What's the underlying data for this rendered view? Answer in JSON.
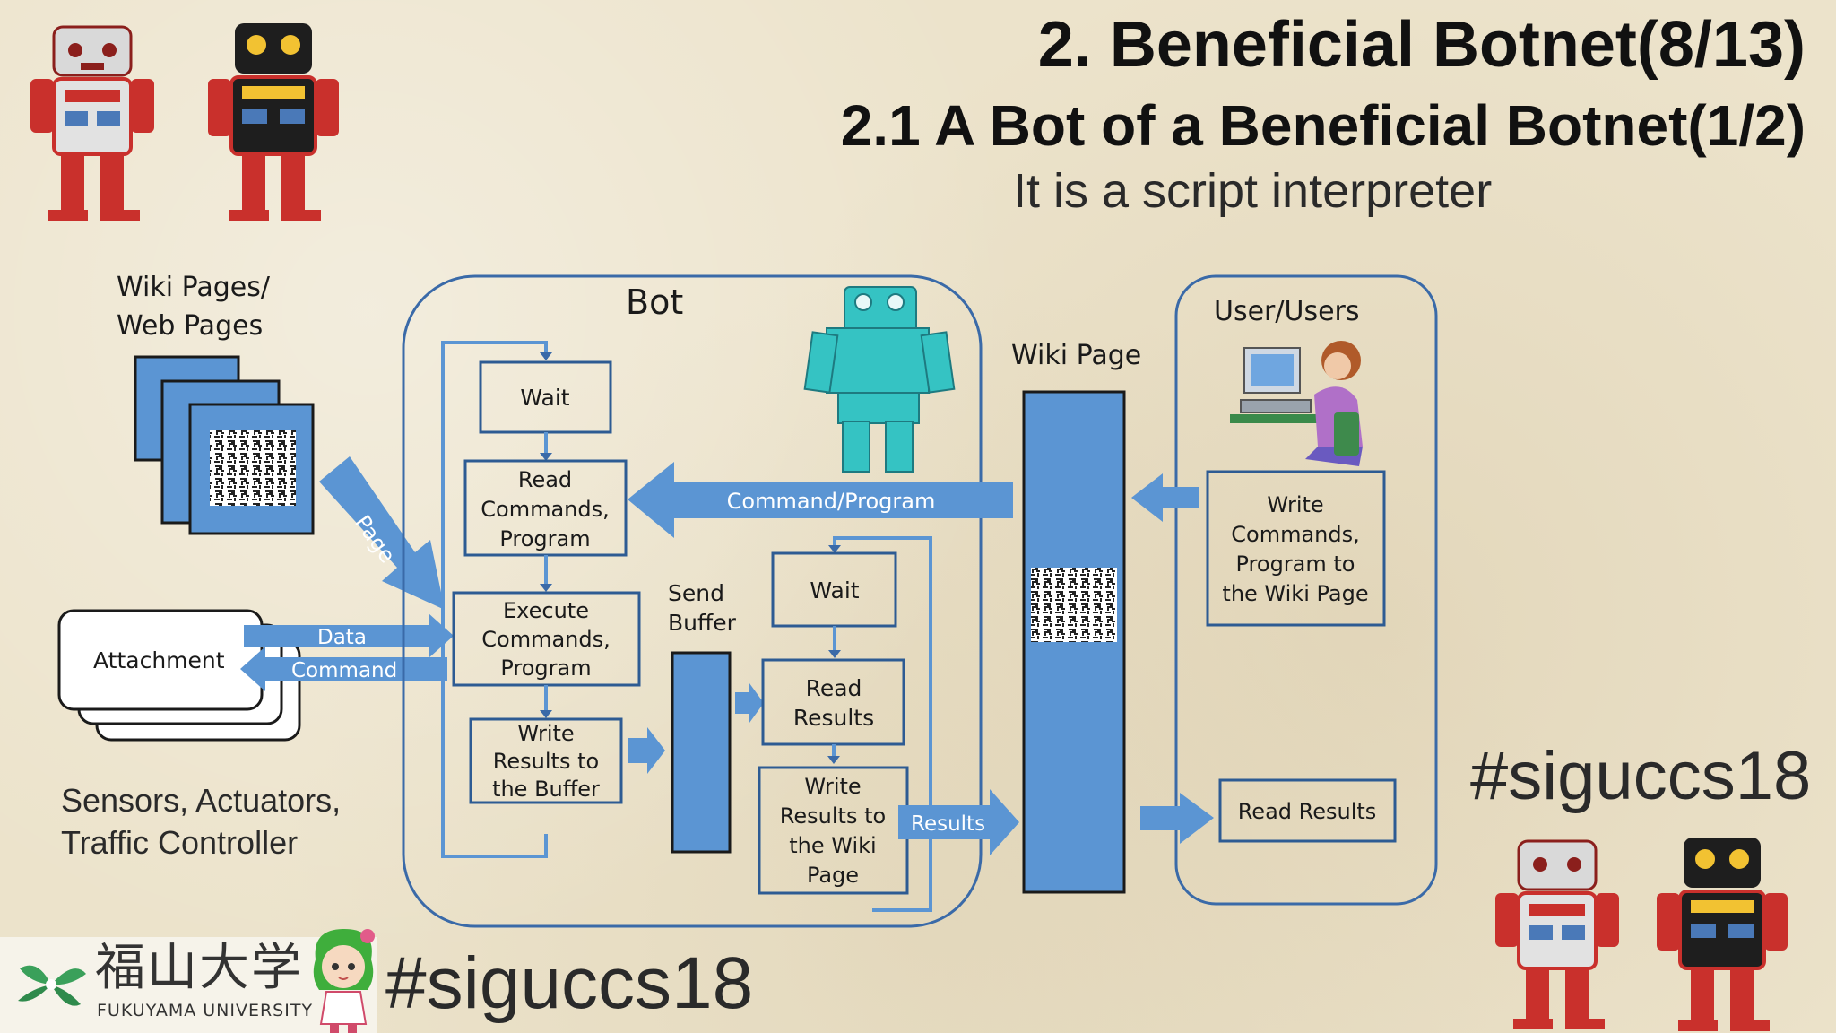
{
  "slide": {
    "title": "2. Beneficial Botnet(8/13)",
    "subtitle_heading": "2.1 A Bot of a Beneficial Botnet(1/2)",
    "subtitle": "It is a script interpreter",
    "hashtag_right": "#siguccs18",
    "hashtag_bottom": "#siguccs18"
  },
  "footer": {
    "university_kanji": "福山大学",
    "university_name": "FUKUYAMA UNIVERSITY"
  },
  "diagram": {
    "wiki_pages_label_1": "Wiki Pages/",
    "wiki_pages_label_2": "Web Pages",
    "page_arrow_label": "Page",
    "attachment_label": "Attachment",
    "data_label": "Data",
    "command_label": "Command",
    "sensors_label_1": "Sensors, Actuators,",
    "sensors_label_2": "Traffic Controller",
    "bot_label": "Bot",
    "wait_1": "Wait",
    "read_commands": [
      "Read",
      "Commands,",
      "Program"
    ],
    "execute_commands": [
      "Execute",
      "Commands,",
      "Program"
    ],
    "write_buffer": [
      "Write",
      "Results to",
      "the Buffer"
    ],
    "send_buffer": [
      "Send",
      "Buffer"
    ],
    "wait_2": "Wait",
    "read_results": [
      "Read",
      "Results"
    ],
    "write_wiki": [
      "Write",
      "Results to",
      "the Wiki",
      "Page"
    ],
    "command_program_label": "Command/Program",
    "results_label": "Results",
    "wiki_page_label": "Wiki Page",
    "users_label": "User/Users",
    "write_commands_wiki": [
      "Write",
      "Commands,",
      "Program to",
      "the Wiki Page"
    ],
    "read_results_user": "Read Results"
  },
  "colors": {
    "blue_fill": "#5b95d3",
    "dark_blue_stroke": "#2d5b93",
    "bot_teal": "#35c3c3",
    "robot_red": "#c9302c",
    "text_dark": "#1a1a1a"
  }
}
